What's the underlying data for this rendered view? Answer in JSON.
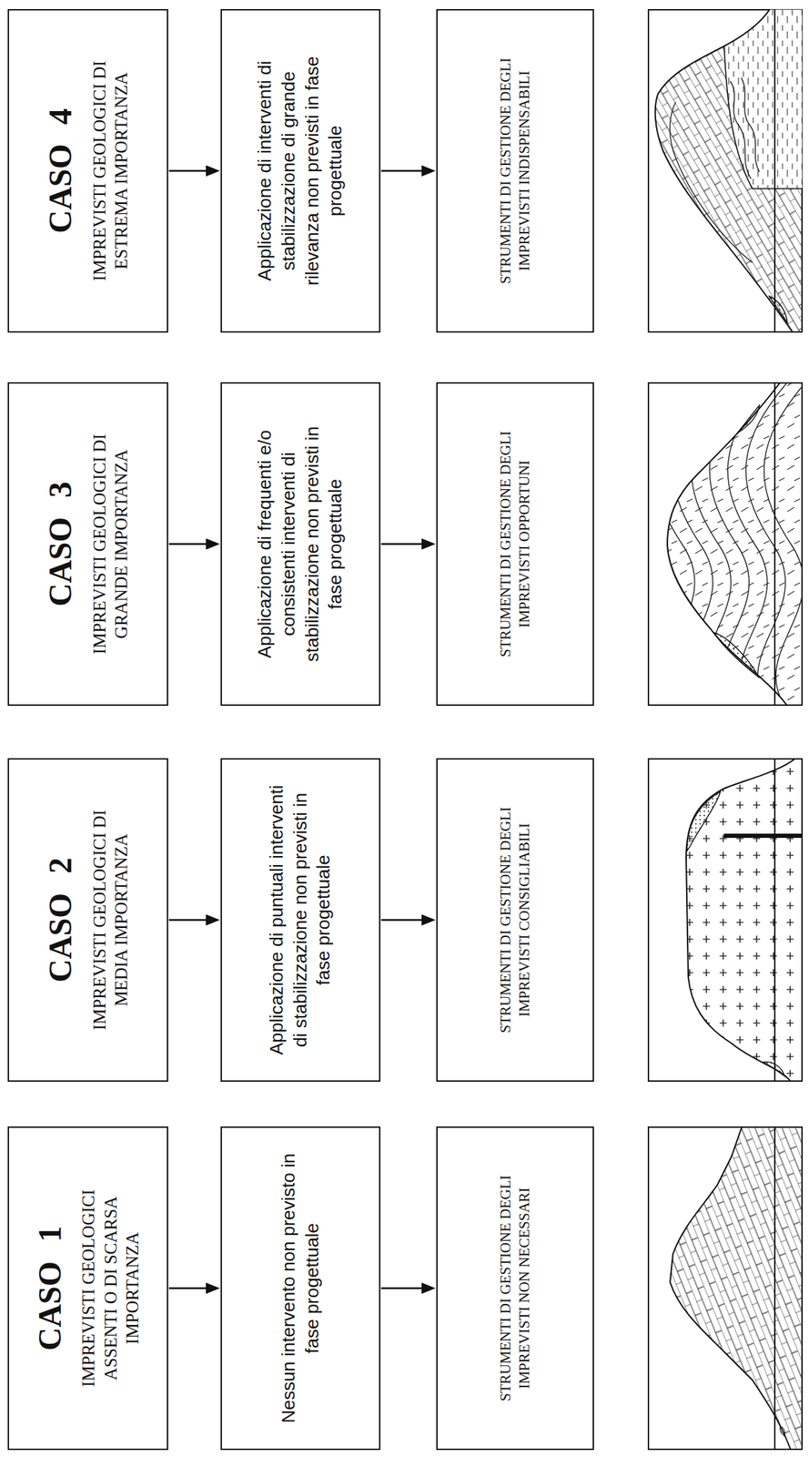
{
  "diagram": {
    "nodes": [
      {
        "text": [
          "CASO 1",
          "IMPREVISTI GEOLOGICI ASSENTI O DI SCARSA IMPORTANZA"
        ]
      },
      {
        "text": [
          "Nessun intervento non previsto in fase progettuale"
        ]
      },
      {
        "text": [
          "STRUMENTI DI GESTIONE DEGLI IMPREVISTI NON NECESSARI"
        ]
      },
      {
        "text": [
          "CASO 2",
          "IMPREVISTI GEOLOGICI DI MEDIA IMPORTANZA"
        ]
      },
      {
        "text": [
          "Applicazione di puntuali interventi di stabilizzazione non previsti in fase progettuale"
        ]
      },
      {
        "text": [
          "STRUMENTI DI GESTIONE DEGLI IMPREVISTI CONSIGLIABILI"
        ]
      },
      {
        "text": [
          "CASO 3",
          "IMPREVISTI GEOLOGICI DI GRANDE IMPORTANZA"
        ]
      },
      {
        "text": [
          "Applicazione di frequenti e/o consistenti interventi di stabilizzazione non previsti in fase progettuale"
        ]
      },
      {
        "text": [
          "STRUMENTI DI GESTIONE DEGLI IMPREVISTI OPPORTUNI"
        ]
      },
      {
        "text": [
          "CASO 4",
          "IMPREVISTI GEOLOGICI DI ESTREMA IMPORTANZA"
        ]
      },
      {
        "text": [
          "Applicazione di interventi di stabilizzazione di grande rilevanza non previsti in fase progettuale"
        ]
      },
      {
        "text": [
          "STRUMENTI DI GESTIONE DEGLI IMPREVISTI INDISPENSABILI"
        ]
      }
    ],
    "edges": [
      {
        "from": 0,
        "to": 1,
        "arrow": "to"
      },
      {
        "from": 1,
        "to": 2,
        "arrow": "to"
      },
      {
        "from": 3,
        "to": 4,
        "arrow": "to"
      },
      {
        "from": 4,
        "to": 5,
        "arrow": "to"
      },
      {
        "from": 6,
        "to": 7,
        "arrow": "to"
      },
      {
        "from": 7,
        "to": 8,
        "arrow": "to"
      },
      {
        "from": 9,
        "to": 10,
        "arrow": "to"
      },
      {
        "from": 10,
        "to": 11,
        "arrow": "to"
      }
    ]
  }
}
